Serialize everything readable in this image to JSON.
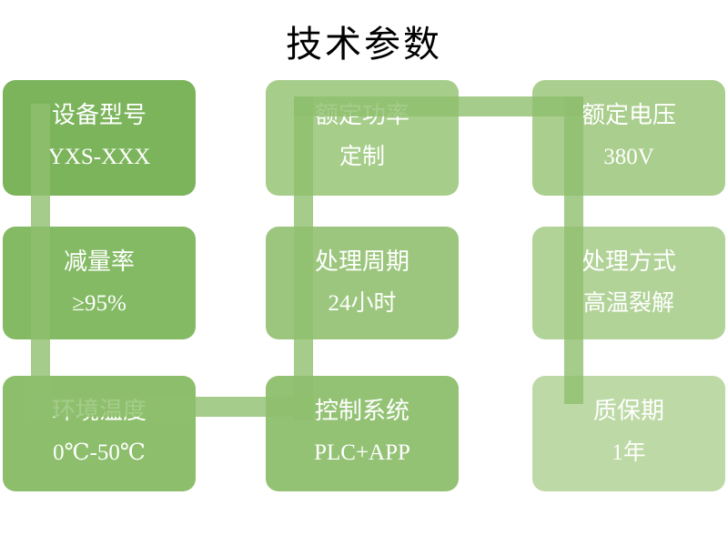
{
  "title": "技术参数",
  "diagram": {
    "connector_color": "rgba(143,191,110,0.8)",
    "boxes": [
      {
        "id": "device-model",
        "label": "设备型号",
        "value": "YXS-XXX",
        "color": "#7CB45C"
      },
      {
        "id": "rated-power",
        "label": "额定功率",
        "value": "定制",
        "color": "#A6CD89"
      },
      {
        "id": "rated-voltage",
        "label": "额定电压",
        "value": "380V",
        "color": "#AACE8D"
      },
      {
        "id": "reduction-rate",
        "label": "减量率",
        "value": "≥95%",
        "color": "#84BA64"
      },
      {
        "id": "processing-cycle",
        "label": "处理周期",
        "value": "24小时",
        "color": "#9CC67E"
      },
      {
        "id": "processing-method",
        "label": "处理方式",
        "value": "高温裂解",
        "color": "#B2D398"
      },
      {
        "id": "ambient-temperature",
        "label": "环境温度",
        "value": "0℃-50℃",
        "color": "#8CBE6B"
      },
      {
        "id": "control-system",
        "label": "控制系统",
        "value": "PLC+APP",
        "color": "#94C275"
      },
      {
        "id": "warranty",
        "label": "质保期",
        "value": "1年",
        "color": "#BDD9A5"
      }
    ]
  }
}
